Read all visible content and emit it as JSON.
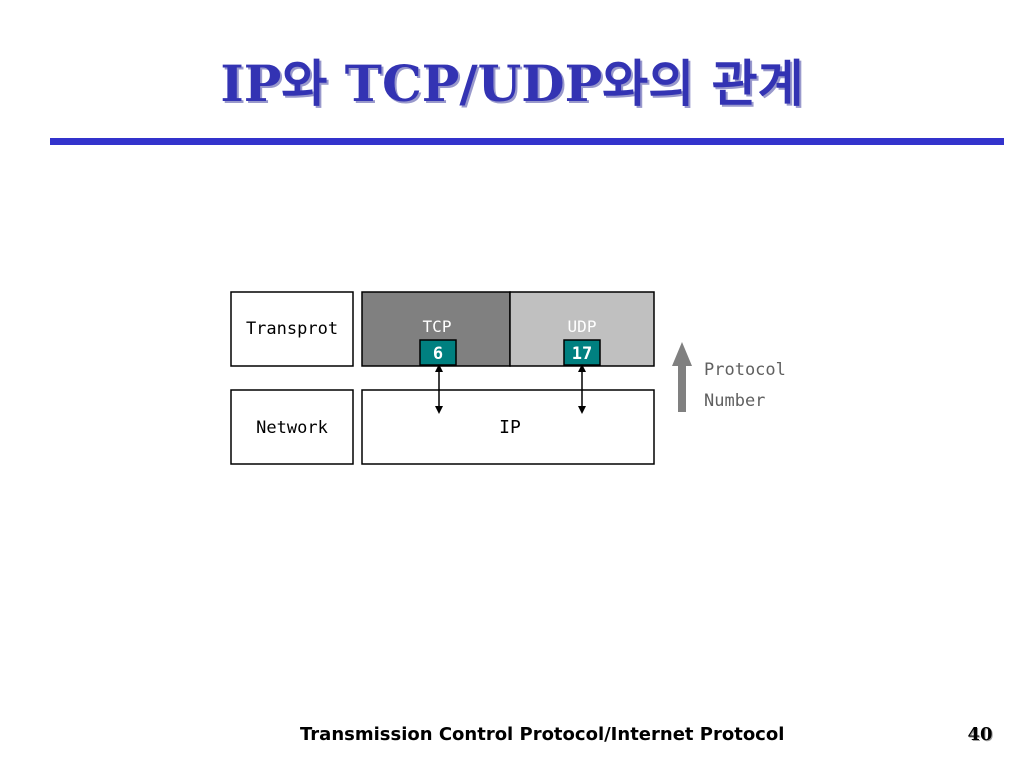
{
  "title": "IP와 TCP/UDP와의 관계",
  "diagram": {
    "transport_label": "Transprot",
    "network_label": "Network",
    "tcp_label": "TCP",
    "tcp_number": "6",
    "udp_label": "UDP",
    "udp_number": "17",
    "ip_label": "IP",
    "legend_line1": "Protocol",
    "legend_line2": "Number"
  },
  "colors": {
    "title": "#3333b3",
    "rule": "#3333cc",
    "tcp_box": "#808080",
    "udp_box": "#c0c0c0",
    "number_box": "#008080",
    "arrow_gray": "#808080"
  },
  "footer": {
    "text": "Transmission Control Protocol/Internet Protocol",
    "page": "40"
  }
}
